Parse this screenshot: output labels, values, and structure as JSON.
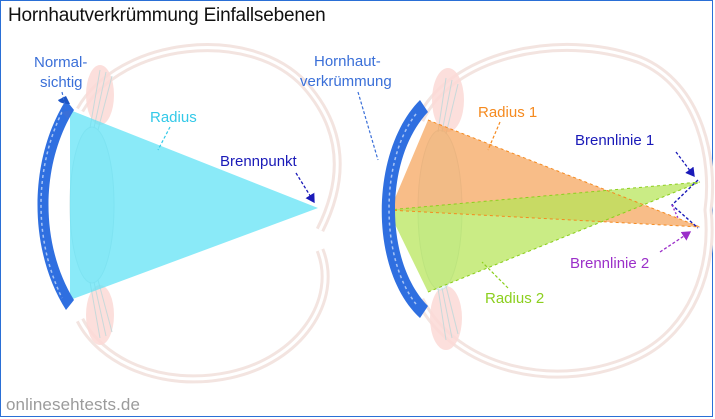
{
  "title": "Hornhautverkrümmung Einfallsebenen",
  "watermark": "onlinesehtests.de",
  "left_diagram": {
    "label_normal_line1": "Normal-",
    "label_normal_line2": "sichtig",
    "label_radius": "Radius",
    "label_brennpunkt": "Brennpunkt"
  },
  "right_diagram": {
    "label_cornea_line1": "Hornhaut-",
    "label_cornea_line2": "verkrümmung",
    "label_radius1": "Radius 1",
    "label_radius2": "Radius 2",
    "label_brennlinie1": "Brennlinie 1",
    "label_brennlinie2": "Brennlinie 2"
  },
  "colors": {
    "cornea_blue": "#2f6fe0",
    "radius_cyan": "#33c9e8",
    "brennpunkt_navy": "#1a1ab8",
    "radius1_orange": "#f58a1f",
    "radius2_green": "#8ccf1e",
    "brennlinie2_purple": "#9b2fc9",
    "cornea_label_blue": "#3a6fd8",
    "eye_outline": "#f3d9d3"
  }
}
